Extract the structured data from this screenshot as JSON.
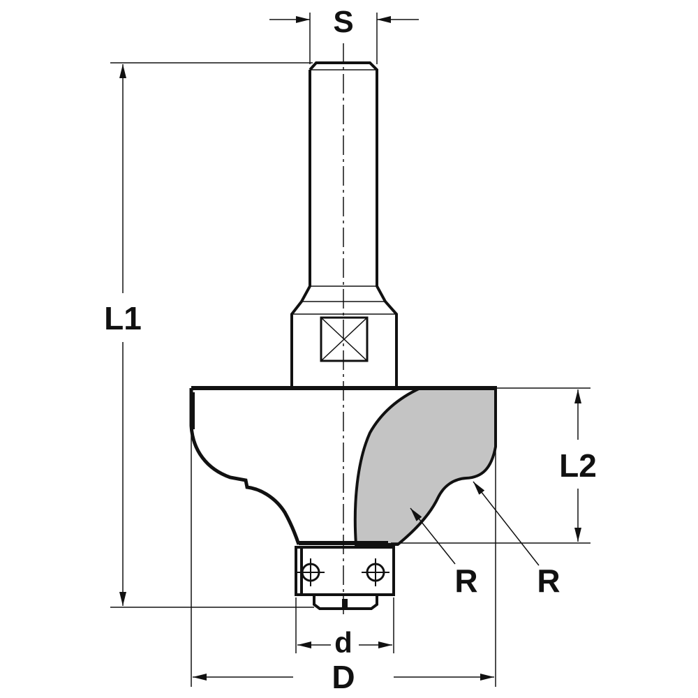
{
  "labels": {
    "shank_diameter": "S",
    "overall_length": "L1",
    "cutting_length": "L2",
    "radius_inner": "R",
    "radius_outer": "R",
    "bearing_diameter": "d",
    "cutting_diameter": "D"
  },
  "colors": {
    "line": "#111111",
    "cutter_fill": "#c4c4c4",
    "background": "#ffffff"
  }
}
